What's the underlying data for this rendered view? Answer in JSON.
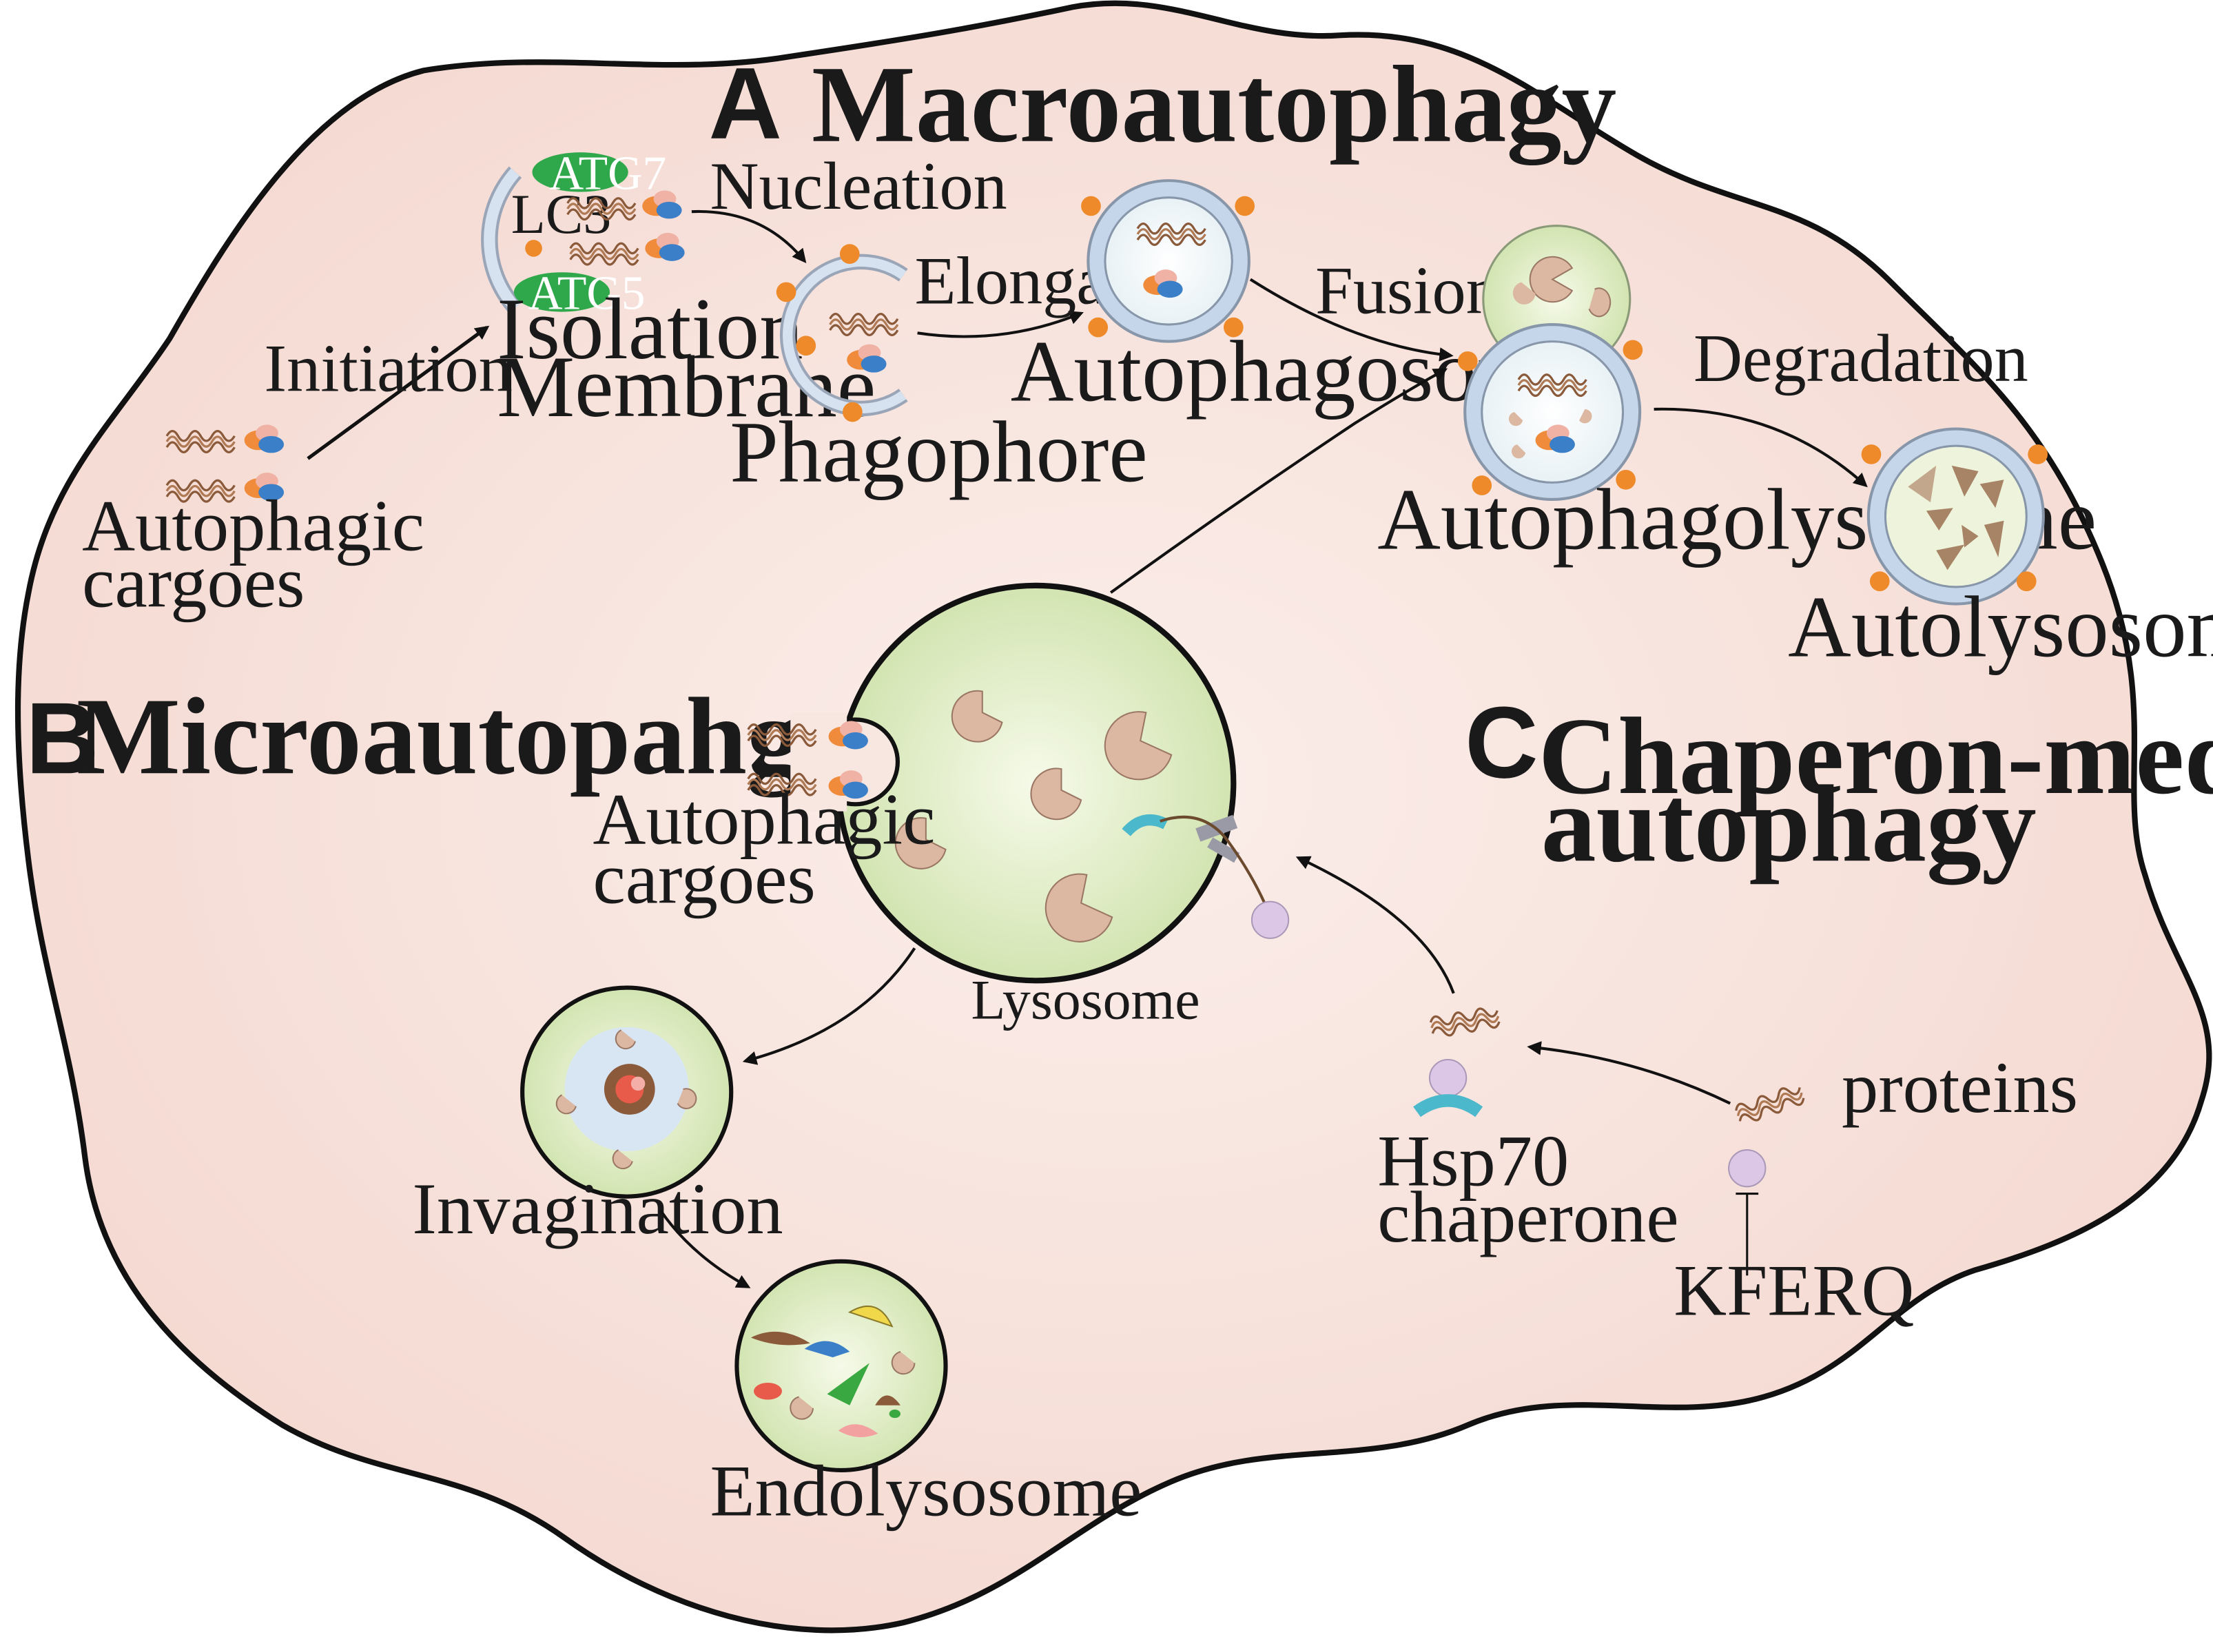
{
  "panels": {
    "a": {
      "letter": "A",
      "title": "Macroautophagy"
    },
    "b": {
      "letter": "B",
      "title": "Microautopahgy"
    },
    "c": {
      "letter": "C",
      "title_line1": "Chaperon-mediated",
      "title_line2": "autophagy"
    }
  },
  "proteins": {
    "atg7": "ATG7",
    "atg5": "ATG5",
    "lc3": "LC3"
  },
  "steps": {
    "initiation": "Initiation",
    "nucleation": "Nucleation",
    "elongation": "Elongation",
    "fusion": "Fusion",
    "degradation": "Degradation"
  },
  "structures": {
    "cargoes_a_line1": "Autophagic",
    "cargoes_a_line2": "cargoes",
    "isolation_line1": "Isolation",
    "isolation_line2": "Membrane",
    "phagophore": "Phagophore",
    "autophagosome": "Autophagosome",
    "autophagolysosome": "Autophagolysosome",
    "autolysosome": "Autolysosome",
    "cargoes_b_line1": "Autophagic",
    "cargoes_b_line2": "cargoes",
    "lysosome": "Lysosome",
    "invagination": "Invagination",
    "endolysosome": "Endolysosome",
    "hsp70_line1": "Hsp70",
    "hsp70_line2": "chaperone",
    "proteins": "proteins",
    "kferq": "KFERQ"
  },
  "colors": {
    "cell_fill": "#f8e0da",
    "cell_stroke": "#111111",
    "membrane": "#c8d8ec",
    "lysosome_fill": "#dfeec5",
    "atg_green": "#2ea84a",
    "orange_dot": "#ee8a2a",
    "fragment": "#d9b6a1",
    "hsp70": "#4cb8cc",
    "lamp2a": "#9a9aa6",
    "kferq_ball": "#dcc8e6"
  }
}
